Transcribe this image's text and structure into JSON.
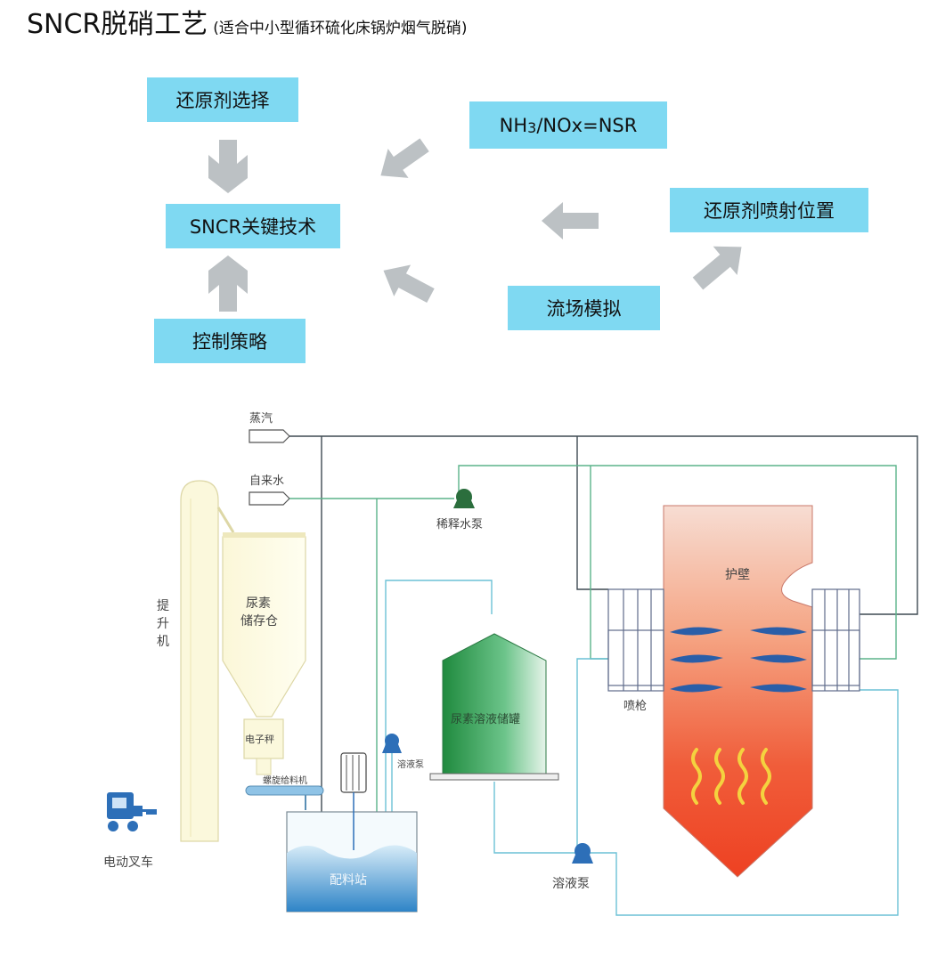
{
  "title": {
    "main": "SNCR脱硝工艺",
    "sub": "(适合中小型循环硫化床锅炉烟气脱硝)"
  },
  "concept": {
    "reductant_selection": "还原剂选择",
    "nsr_formula_prefix": "NH",
    "nsr_formula_subscript": "3",
    "nsr_formula_suffix": " /NOx=NSR",
    "key_technology": "SNCR关键技术",
    "injection_position": "还原剂喷射位置",
    "flow_simulation": "流场模拟",
    "control_strategy": "控制策略"
  },
  "process": {
    "steam": "蒸汽",
    "tap_water": "自来水",
    "dilution_pump": "稀释水泵",
    "furnace_wall": "护壁",
    "elevator": [
      "提",
      "升",
      "机"
    ],
    "urea_silo": [
      "尿素",
      "储存仓"
    ],
    "electronic_scale": "电子秤",
    "screw_feeder": "螺旋给料机",
    "solution_pump_small": "溶液泵",
    "urea_tank": "尿素溶液储罐",
    "spray_gun": "喷枪",
    "forklift": "电动叉车",
    "mixing_station": "配料站",
    "solution_pump": "溶液泵"
  },
  "colors": {
    "label_box": "#7fd9f2",
    "arrow": "#bcc1c4",
    "steam_line": "#3f4a52",
    "water_line": "#5bb38a",
    "solution_line": "#6cc1d6"
  }
}
